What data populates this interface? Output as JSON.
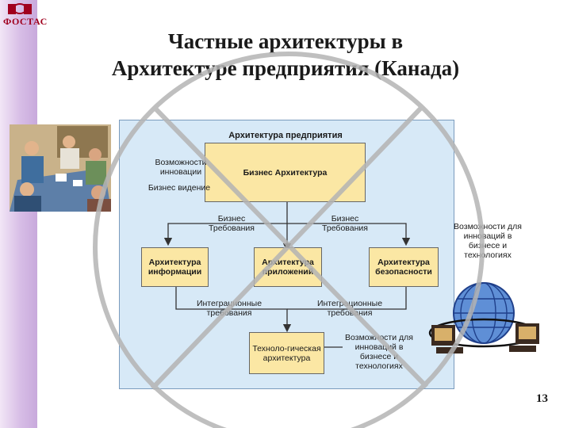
{
  "logo": {
    "text": "ФОСТАС"
  },
  "title": [
    "Частные архитектуры в",
    "Архитектуре предприятия (Канада)"
  ],
  "diagram": {
    "panel_title": "Архитектура предприятия",
    "left_labels": {
      "innovation": "Возможности инновации",
      "vision": "Бизнес видение"
    },
    "business_architecture": "Бизнес Архитектура",
    "requirements_left": "Бизнес Требования",
    "requirements_right": "Бизнес Требования",
    "information_architecture": "Архитектура информации",
    "application_architecture": "Архитектура приложений",
    "security_architecture": "Архитектура безопасности",
    "integration_left": "Интеграционные требования",
    "integration_right": "Интеграционные требования",
    "technology_architecture": "Техноло-гическая архитектура",
    "innovations_bottom": "Возможности для инноваций в бизнесе и технологиях",
    "innovations_right": "Возможности для инноваций в бизнесе и технологиях"
  },
  "colors": {
    "panel": "#d7e9f7",
    "box": "#fbe7a4",
    "overlay": "#b0b0b0",
    "sidebar": "#d7bde6"
  },
  "page_number": "13"
}
